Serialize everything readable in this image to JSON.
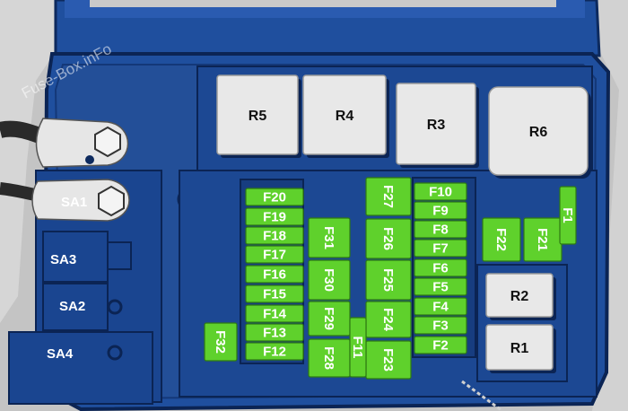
{
  "diagram": {
    "watermark": "Fuse-Box.inFo",
    "relays": [
      {
        "id": "r5",
        "label": "R5"
      },
      {
        "id": "r4",
        "label": "R4"
      },
      {
        "id": "r3",
        "label": "R3"
      },
      {
        "id": "r6",
        "label": "R6"
      },
      {
        "id": "r2",
        "label": "R2"
      },
      {
        "id": "r1",
        "label": "R1"
      }
    ],
    "studs": [
      {
        "id": "sa1",
        "label": "SA1"
      },
      {
        "id": "sa3",
        "label": "SA3"
      },
      {
        "id": "sa2",
        "label": "SA2"
      },
      {
        "id": "sa4",
        "label": "SA4"
      }
    ],
    "fuses": [
      {
        "id": "f20",
        "label": "F20"
      },
      {
        "id": "f19",
        "label": "F19"
      },
      {
        "id": "f18",
        "label": "F18"
      },
      {
        "id": "f17",
        "label": "F17"
      },
      {
        "id": "f16",
        "label": "F16"
      },
      {
        "id": "f15",
        "label": "F15"
      },
      {
        "id": "f14",
        "label": "F14"
      },
      {
        "id": "f13",
        "label": "F13"
      },
      {
        "id": "f12",
        "label": "F12"
      },
      {
        "id": "f10",
        "label": "F10"
      },
      {
        "id": "f9",
        "label": "F9"
      },
      {
        "id": "f8",
        "label": "F8"
      },
      {
        "id": "f7",
        "label": "F7"
      },
      {
        "id": "f6",
        "label": "F6"
      },
      {
        "id": "f5",
        "label": "F5"
      },
      {
        "id": "f4",
        "label": "F4"
      },
      {
        "id": "f3",
        "label": "F3"
      },
      {
        "id": "f2",
        "label": "F2"
      },
      {
        "id": "f31",
        "label": "F31"
      },
      {
        "id": "f30",
        "label": "F30"
      },
      {
        "id": "f29",
        "label": "F29"
      },
      {
        "id": "f28",
        "label": "F28"
      },
      {
        "id": "f27",
        "label": "F27"
      },
      {
        "id": "f26",
        "label": "F26"
      },
      {
        "id": "f25",
        "label": "F25"
      },
      {
        "id": "f24",
        "label": "F24"
      },
      {
        "id": "f23",
        "label": "F23"
      },
      {
        "id": "f11",
        "label": "F11"
      },
      {
        "id": "f32",
        "label": "F32"
      },
      {
        "id": "f22",
        "label": "F22"
      },
      {
        "id": "f21",
        "label": "F21"
      },
      {
        "id": "f1",
        "label": "F1"
      }
    ],
    "colors": {
      "housing": "#1f4f9e",
      "housing_dark": "#0d2a5e",
      "fuse": "#5fd12c",
      "relay": "#e8e8e8",
      "background": "#bdbdbd"
    }
  }
}
